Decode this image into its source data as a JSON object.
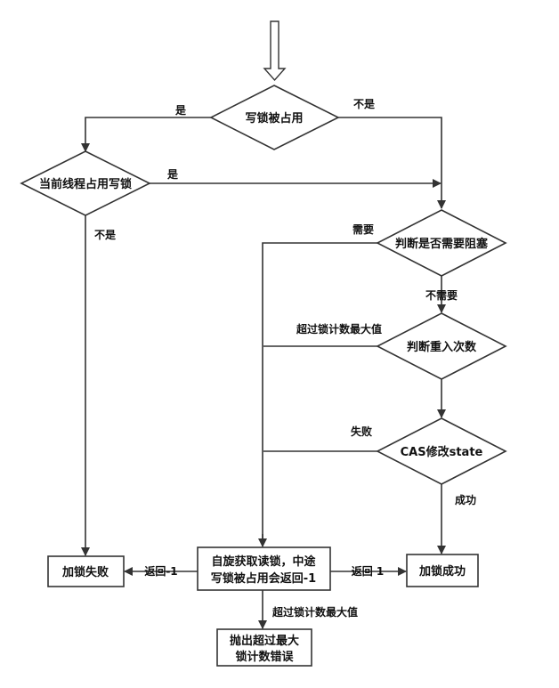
{
  "nodes": {
    "write_lock_held": "写锁被占用",
    "current_thread_holds_write": "当前线程占用写锁",
    "should_block": "判断是否需要阻塞",
    "reentrant_count": "判断重入次数",
    "cas_update": "CAS修改state",
    "spin_acquire": [
      "自旋获取读锁，中途",
      "写锁被占用会返回-1"
    ],
    "lock_fail": "加锁失败",
    "lock_success": "加锁成功",
    "throw_error": [
      "抛出超过最大",
      "锁计数错误"
    ]
  },
  "edges": {
    "write_yes": "是",
    "write_no": "不是",
    "current_yes": "是",
    "current_no": "不是",
    "block_needed": "需要",
    "block_not_needed": "不需要",
    "exceed_max": "超过锁计数最大值",
    "cas_fail": "失败",
    "cas_success": "成功",
    "return_minus_one": "返回-1",
    "return_one": "返回 1",
    "spin_exceed_max": "超过锁计数最大值"
  }
}
